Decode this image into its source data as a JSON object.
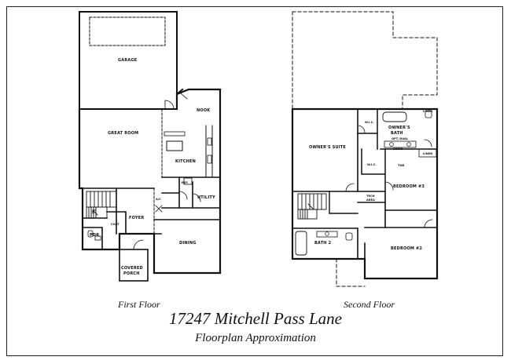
{
  "floors": [
    {
      "caption": "First Floor",
      "rooms": [
        {
          "id": "garage",
          "label": "GARAGE"
        },
        {
          "id": "nook",
          "label": "NOOK"
        },
        {
          "id": "great-room",
          "label": "GREAT ROOM"
        },
        {
          "id": "kitchen",
          "label": "KITCHEN"
        },
        {
          "id": "utility",
          "label": "UTILITY"
        },
        {
          "id": "foyer",
          "label": "FOYER"
        },
        {
          "id": "pdr",
          "label": "PDR"
        },
        {
          "id": "dining",
          "label": "DINING"
        },
        {
          "id": "covered-porch-1",
          "label": "COVERED"
        },
        {
          "id": "covered-porch-2",
          "label": "PORCH"
        },
        {
          "id": "ref",
          "label": "REF."
        },
        {
          "id": "coat",
          "label": "COAT"
        },
        {
          "id": "ac",
          "label": "A/C"
        }
      ]
    },
    {
      "caption": "Second Floor",
      "rooms": [
        {
          "id": "owners-suite",
          "label": "OWNER'S SUITE"
        },
        {
          "id": "wic-1",
          "label": "W.I.C."
        },
        {
          "id": "owners-bath-1",
          "label": "OWNER'S"
        },
        {
          "id": "owners-bath-2",
          "label": "BATH"
        },
        {
          "id": "wic-2",
          "label": "W.I.C."
        },
        {
          "id": "bedroom-3",
          "label": "BEDROOM #3"
        },
        {
          "id": "bath-2",
          "label": "BATH 2"
        },
        {
          "id": "bedroom-2",
          "label": "BEDROOM #2"
        },
        {
          "id": "tech-area-1",
          "label": "TECH"
        },
        {
          "id": "tech-area-2",
          "label": "AREA"
        },
        {
          "id": "linen-1",
          "label": "LINEN"
        },
        {
          "id": "linen-2",
          "label": "LINEN"
        },
        {
          "id": "opt-dual",
          "label": "OPT. DUAL"
        },
        {
          "id": "sinks",
          "label": "SINKS"
        },
        {
          "id": "tub",
          "label": "TUB"
        }
      ]
    }
  ],
  "title": "17247 Mitchell Pass Lane",
  "subtitle": "Floorplan Approximation"
}
